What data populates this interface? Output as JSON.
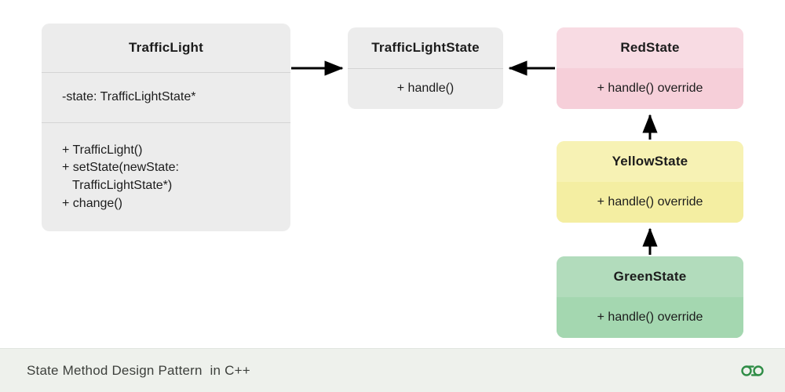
{
  "diagram": {
    "type": "uml-class-diagram",
    "classes": [
      {
        "id": "traffic-light",
        "name": "TrafficLight",
        "attributes": [
          "-state: TrafficLightState*"
        ],
        "operations": [
          "+ TrafficLight()",
          "+ setState(newState:",
          "   TrafficLightState*)",
          "+ change()"
        ],
        "color": "#ececec"
      },
      {
        "id": "traffic-light-state",
        "name": "TrafficLightState",
        "attributes": [],
        "operations": [
          "+ handle()"
        ],
        "color": "#ececec"
      },
      {
        "id": "red-state",
        "name": "RedState",
        "attributes": [],
        "operations": [
          "+ handle() override"
        ],
        "color": "#f6d4dd"
      },
      {
        "id": "yellow-state",
        "name": "YellowState",
        "attributes": [],
        "operations": [
          "+ handle() override"
        ],
        "color": "#f6f0ab"
      },
      {
        "id": "green-state",
        "name": "GreenState",
        "attributes": [],
        "operations": [
          "+ handle() override"
        ],
        "color": "#a9d9b4"
      }
    ],
    "relations": [
      {
        "id": "assoc-trafficlight-state",
        "from": "traffic-light",
        "to": "traffic-light-state",
        "kind": "association"
      },
      {
        "id": "inherit-red-state",
        "from": "red-state",
        "to": "traffic-light-state",
        "kind": "inheritance"
      },
      {
        "id": "inherit-yellow-red",
        "from": "yellow-state",
        "to": "red-state",
        "kind": "inheritance"
      },
      {
        "id": "inherit-green-yellow",
        "from": "green-state",
        "to": "yellow-state",
        "kind": "inheritance"
      }
    ],
    "arrow_color": "#000000"
  },
  "footer": {
    "caption": "State Method Design Pattern  in C++",
    "logo_name": "geeksforgeeks-logo",
    "logo_color": "#2f8d46",
    "background": "#eef1ec"
  }
}
